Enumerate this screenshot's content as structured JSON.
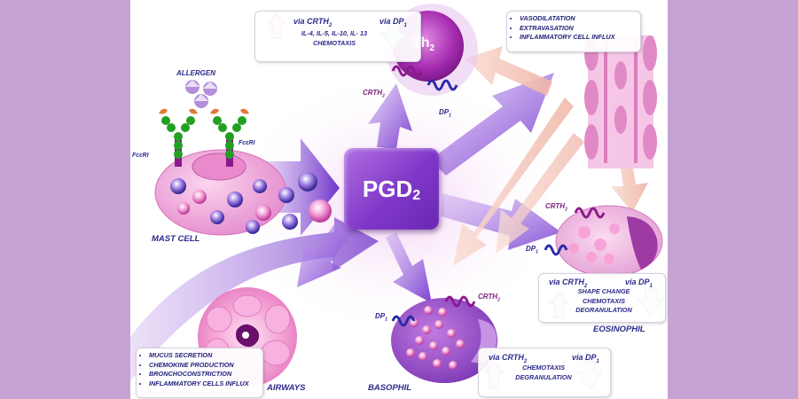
{
  "mediator": {
    "name": "PGD",
    "subscript": "2"
  },
  "th2": {
    "name": "Th",
    "subscript": "2"
  },
  "receptors": {
    "crth2": "CRTH",
    "dp": "DP",
    "subscript_crth2": "2",
    "subscript_dp": "1"
  },
  "labels": {
    "allergen": "ALLERGEN",
    "fceri": "FcεRI",
    "mast_cell": "MAST  CELL",
    "eosinophil": "EOSINOPHIL",
    "airways": "AIRWAYS",
    "basophil": "BASOPHIL"
  },
  "th2_box": {
    "via_crth2": "via CRTH",
    "via_dp": "via DP",
    "effects": [
      "IL-4, IL-5, IL-10, IL- 13",
      "CHEMOTAXIS"
    ]
  },
  "vessel_box": {
    "items": [
      "VASODILATATION",
      "EXTRAVASATION",
      "INFLAMMATORY CELL INFLUX"
    ]
  },
  "eosinophil_box": {
    "via_crth2": "via CRTH",
    "via_dp": "via DP",
    "effects": [
      "SHAPE CHANGE",
      "CHEMOTAXIS",
      "DEGRANULATION"
    ]
  },
  "basophil_box": {
    "via_crth2": "via CRTH",
    "via_dp": "via DP",
    "effects": [
      "CHEMOTAXIS",
      "DEGRANULATION"
    ]
  },
  "airways_box": {
    "items": [
      "MUCUS SECRETION",
      "CHEMOKINE PRODUCTION",
      "BRONCHOCONSTRICTION",
      "INFLAMMATORY CELLS INFLUX"
    ]
  },
  "colors": {
    "background": "#c5a3d4",
    "panel": "#ffffff",
    "pgd2_box": "#8a3fd0",
    "text_dark_blue": "#2c2a8c",
    "up_arrow": "#d98ad9",
    "down_arrow": "#9ad9c8",
    "crth2_receptor": "#8b1a8b",
    "dp_receptor": "#2a2aa8",
    "antibody_green": "#22a022",
    "arrow_purple": "#7a40d0",
    "arrow_peach": "#f3c1b5"
  }
}
